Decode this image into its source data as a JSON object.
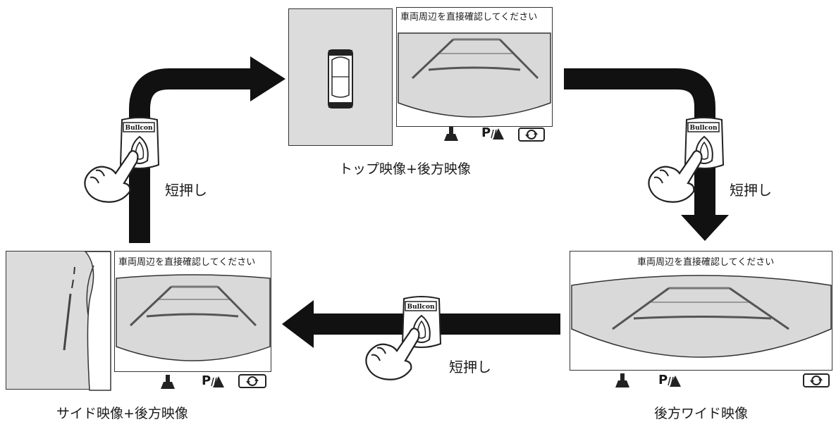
{
  "views": {
    "top_rear": {
      "caption": "トップ映像+後方映像",
      "message": "車両周辺を直接確認してください",
      "p_label": "P"
    },
    "rear_wide": {
      "caption": "後方ワイド映像",
      "message": "車両周辺を直接確認してください",
      "p_label": "P"
    },
    "side_rear": {
      "caption": "サイド映像+後方映像",
      "message": "車両周辺を直接確認してください",
      "p_label": "P"
    }
  },
  "switch": {
    "brand": "Bullcon",
    "action_label": "短押し"
  },
  "colors": {
    "arrow": "#111111",
    "camera_view": "#d9d9d9",
    "guide_line": "#555555"
  },
  "icons": [
    "rear-camera-icon",
    "parking-sensor-icon",
    "camera-switch-icon",
    "push-switch-icon",
    "pointing-hand-icon",
    "vehicle-top-icon"
  ]
}
